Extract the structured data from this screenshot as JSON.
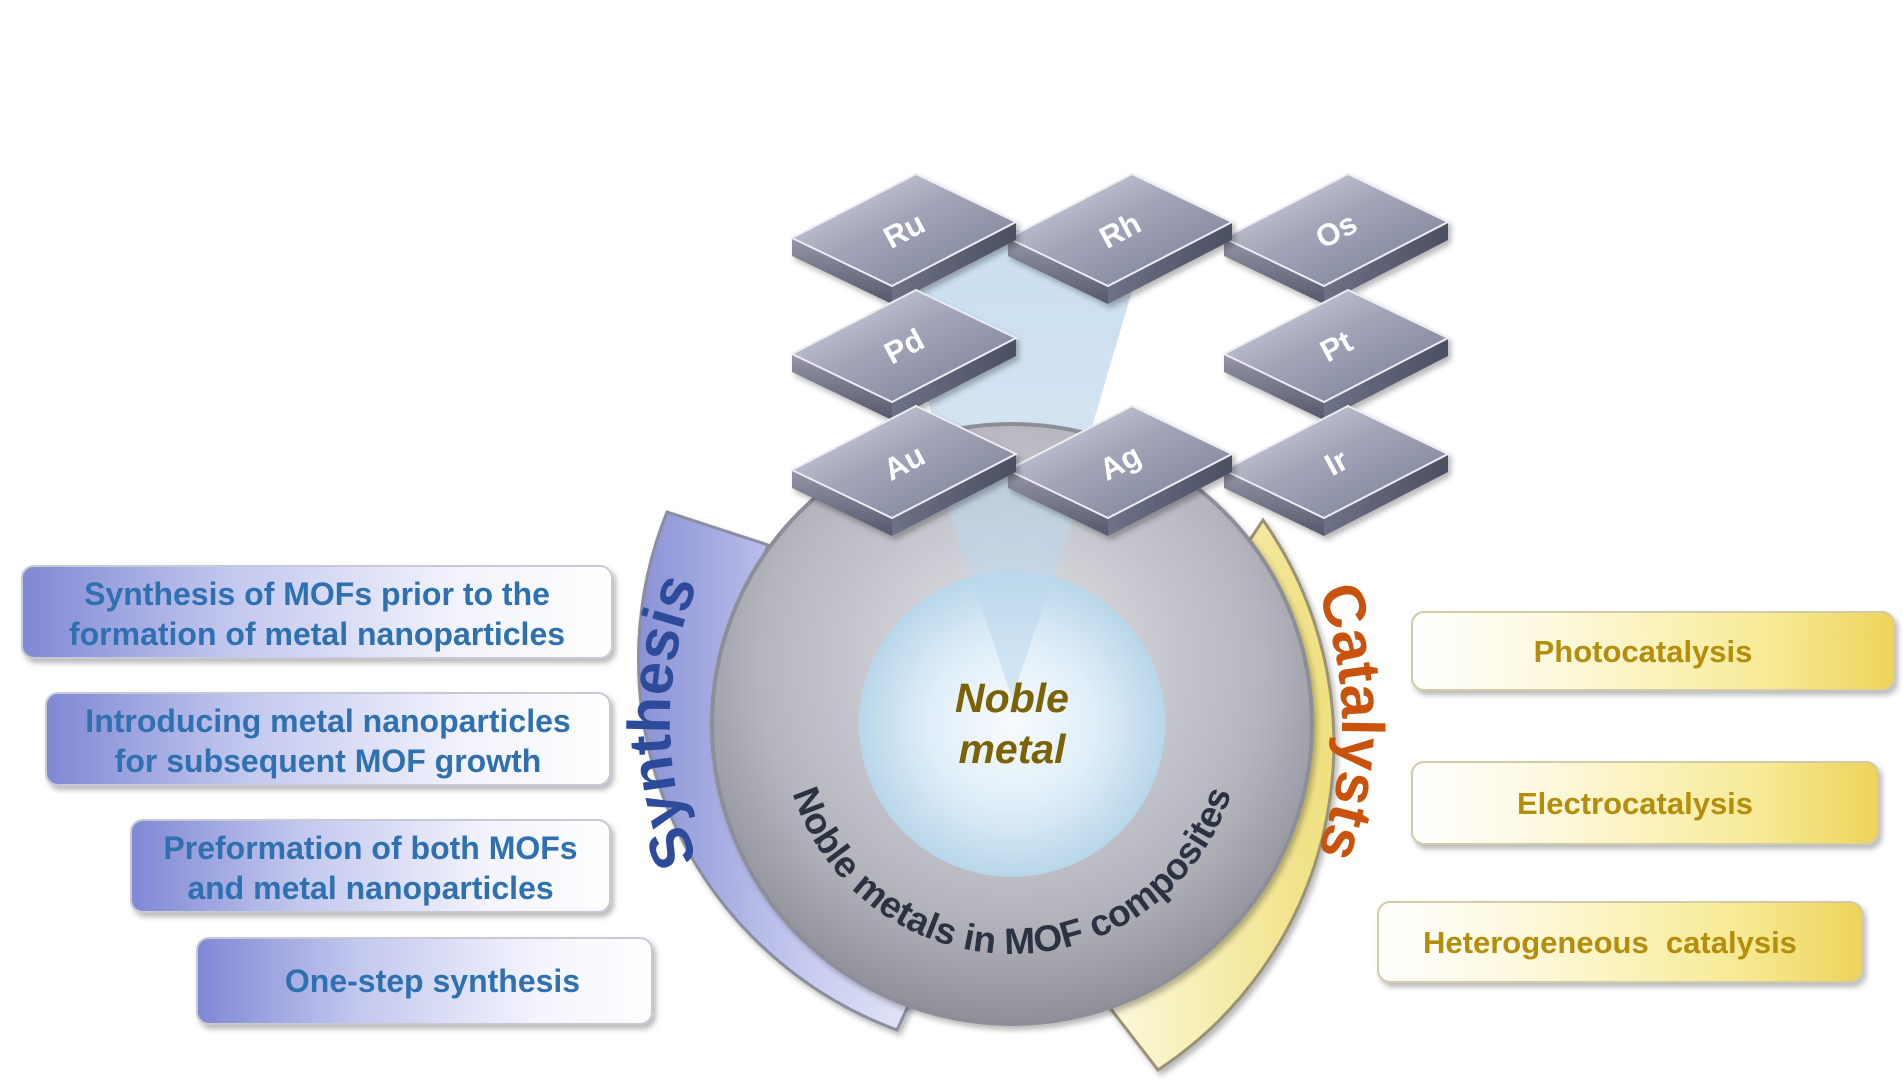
{
  "colors": {
    "synthesis_title": "#2e4a9a",
    "catalysts_title": "#c9520c",
    "left_box_text": "#2f6fb0",
    "right_box_text": "#b58d07",
    "center_text": "#7a6205",
    "ring_text": "#2b3242"
  },
  "tiles": [
    "Os",
    "Rh",
    "Pt",
    "Ru",
    "Ir",
    "Pd",
    "Ag",
    "Au"
  ],
  "center": {
    "line1": "Noble",
    "line2": "metal"
  },
  "ring_label": "Noble metals in MOF composites",
  "synthesis": {
    "title": "Synthesis",
    "items": [
      {
        "line1": "Synthesis of MOFs prior to the",
        "line2": "formation of metal nanoparticles"
      },
      {
        "line1": "Introducing metal nanoparticles",
        "line2": "for subsequent MOF growth"
      },
      {
        "line1": "Preformation of both MOFs",
        "line2": "and metal nanoparticles"
      },
      {
        "line1": "One-step synthesis",
        "line2": ""
      }
    ]
  },
  "catalysts": {
    "title": "Catalysts",
    "items": [
      "Photocatalysis",
      "Electrocatalysis",
      "Heterogeneous  catalysis"
    ]
  }
}
